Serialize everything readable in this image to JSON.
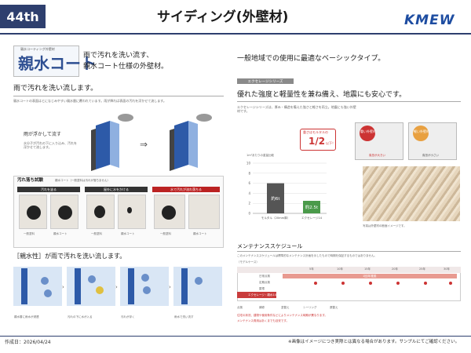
{
  "header": {
    "page_number": "44th",
    "title": "サイディング(外壁材)",
    "brand": "KMEW"
  },
  "logo": {
    "small_text": "親水コーティング外壁材",
    "main_text": "親水コート"
  },
  "intro": {
    "line1": "雨で汚れを洗い流す、",
    "line2": "親水コート仕様の外壁材。"
  },
  "right_intro": "一般地域での使用に最適なベーシックタイプ。",
  "left_section": {
    "heading": "雨で汚れを洗い流します。",
    "desc": "親水コートの表面はとになじみやすい親水層に覆われています。雨が降れば表面の汚れを浮かせて流します。",
    "flow_label": "雨が浮かして流す",
    "flow_note": "水分子が汚れの下に入り込み、汚れを浮かせて流します。"
  },
  "test": {
    "title": "汚れ落ち試験",
    "note": "親水コート（一般塗料は汚れが落ちません）",
    "steps": [
      "汚れを塗る",
      "屋外に水をかける",
      "水で汚れが流れ落ちる"
    ],
    "labels": [
      "一般塗料",
      "親水コート",
      "一般塗料",
      "親水コート",
      "一般塗料",
      "親水コート"
    ]
  },
  "hydro": {
    "heading": "［親水性］が雨で汚れを洗い流します。",
    "steps": [
      "親水層に雨水が浸透",
      "汚れの下に水が入る",
      "汚れが浮く",
      "雨水で洗い流す"
    ]
  },
  "series": {
    "tag": "エクセレージシリーズ",
    "heading": "優れた強度と軽量性を兼ね備え、地震にも安心です。",
    "desc": "エクセレージシリーズは、厚み・構造を備えた強さと軽さを両立。地震にも強い外壁材です。",
    "callout_pre": "重さはモルタルの",
    "callout_value": "1/2",
    "callout_post": "以下！",
    "chart_caption": "1m²あたりの重量比較",
    "houses": [
      "重い外壁材",
      "軽い外壁材"
    ],
    "house_notes": [
      "負担が大きい",
      "負担が小さい"
    ],
    "photo_caption": "写真は外壁材の断面イメージです。"
  },
  "chart_data": {
    "type": "bar",
    "categories": [
      "モルタル（20mm厚）",
      "エクセレージ14"
    ],
    "values": [
      6,
      2.5
    ],
    "data_labels": [
      "約6t",
      "約2.5t"
    ],
    "ylim": [
      0,
      10
    ],
    "ytick_labels": [
      "10",
      "8",
      "6",
      "4",
      "2",
      "0"
    ],
    "colors": [
      "#555555",
      "#4a9a4a"
    ]
  },
  "maint": {
    "heading": "メンテナンススケジュール",
    "desc": "このメンテナンススケジュールは標準的なメンテナンス計画を示したもので時期を保証するものではありません。",
    "model": "（モデルケース）",
    "years": [
      "5年",
      "10年",
      "15年",
      "20年",
      "25年",
      "30年"
    ],
    "rows": [
      "日常点検",
      "定期点検",
      "屋根",
      "エクセレージ・親水14"
    ],
    "daily_label": "1回/年推奨",
    "legend": [
      "点検",
      "補修",
      "塗替え",
      "シーリング",
      "張替え"
    ],
    "note1": "住宅の状況、建物や使用条件などによりメンテナンス時期が異なります。",
    "note2": "メンテナンス費用はあくまでも目安です。"
  },
  "footer": {
    "created": "作成日：2026/04/24",
    "disclaimer": "※画像はイメージにつき実際とは異なる場合があります。サンプルにてご確認ください。"
  }
}
